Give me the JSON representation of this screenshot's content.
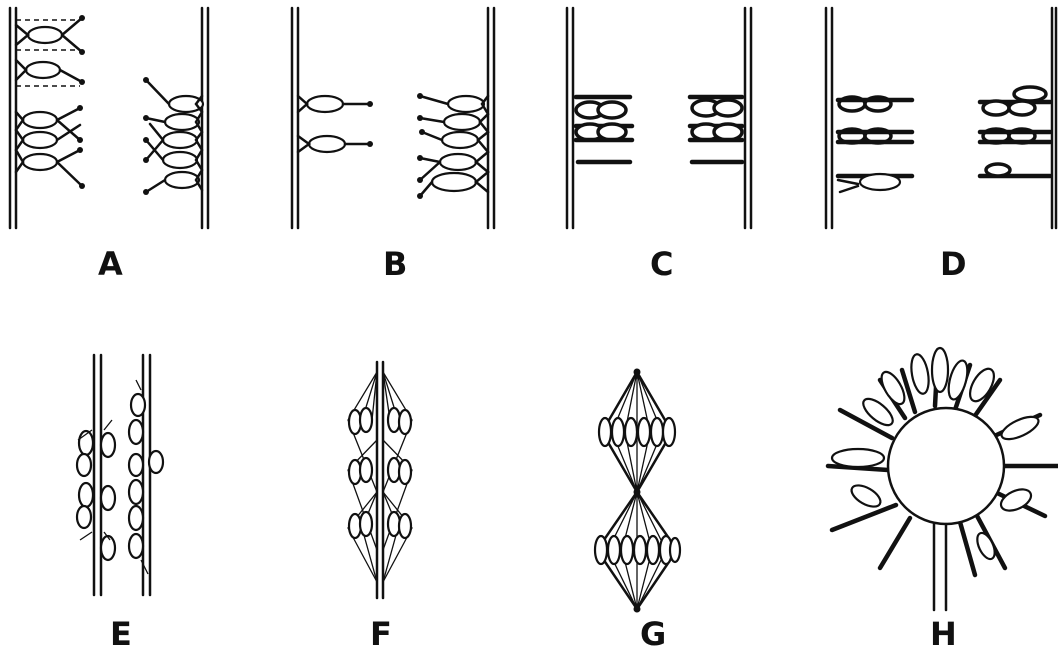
{
  "panels": {
    "a": {
      "label": "A"
    },
    "b": {
      "label": "B"
    },
    "c": {
      "label": "C"
    },
    "d": {
      "label": "D"
    },
    "e": {
      "label": "E"
    },
    "f": {
      "label": "F"
    },
    "g": {
      "label": "G"
    },
    "h": {
      "label": "H"
    }
  },
  "colors": {
    "ink": "#111111",
    "background": "#ffffff"
  }
}
